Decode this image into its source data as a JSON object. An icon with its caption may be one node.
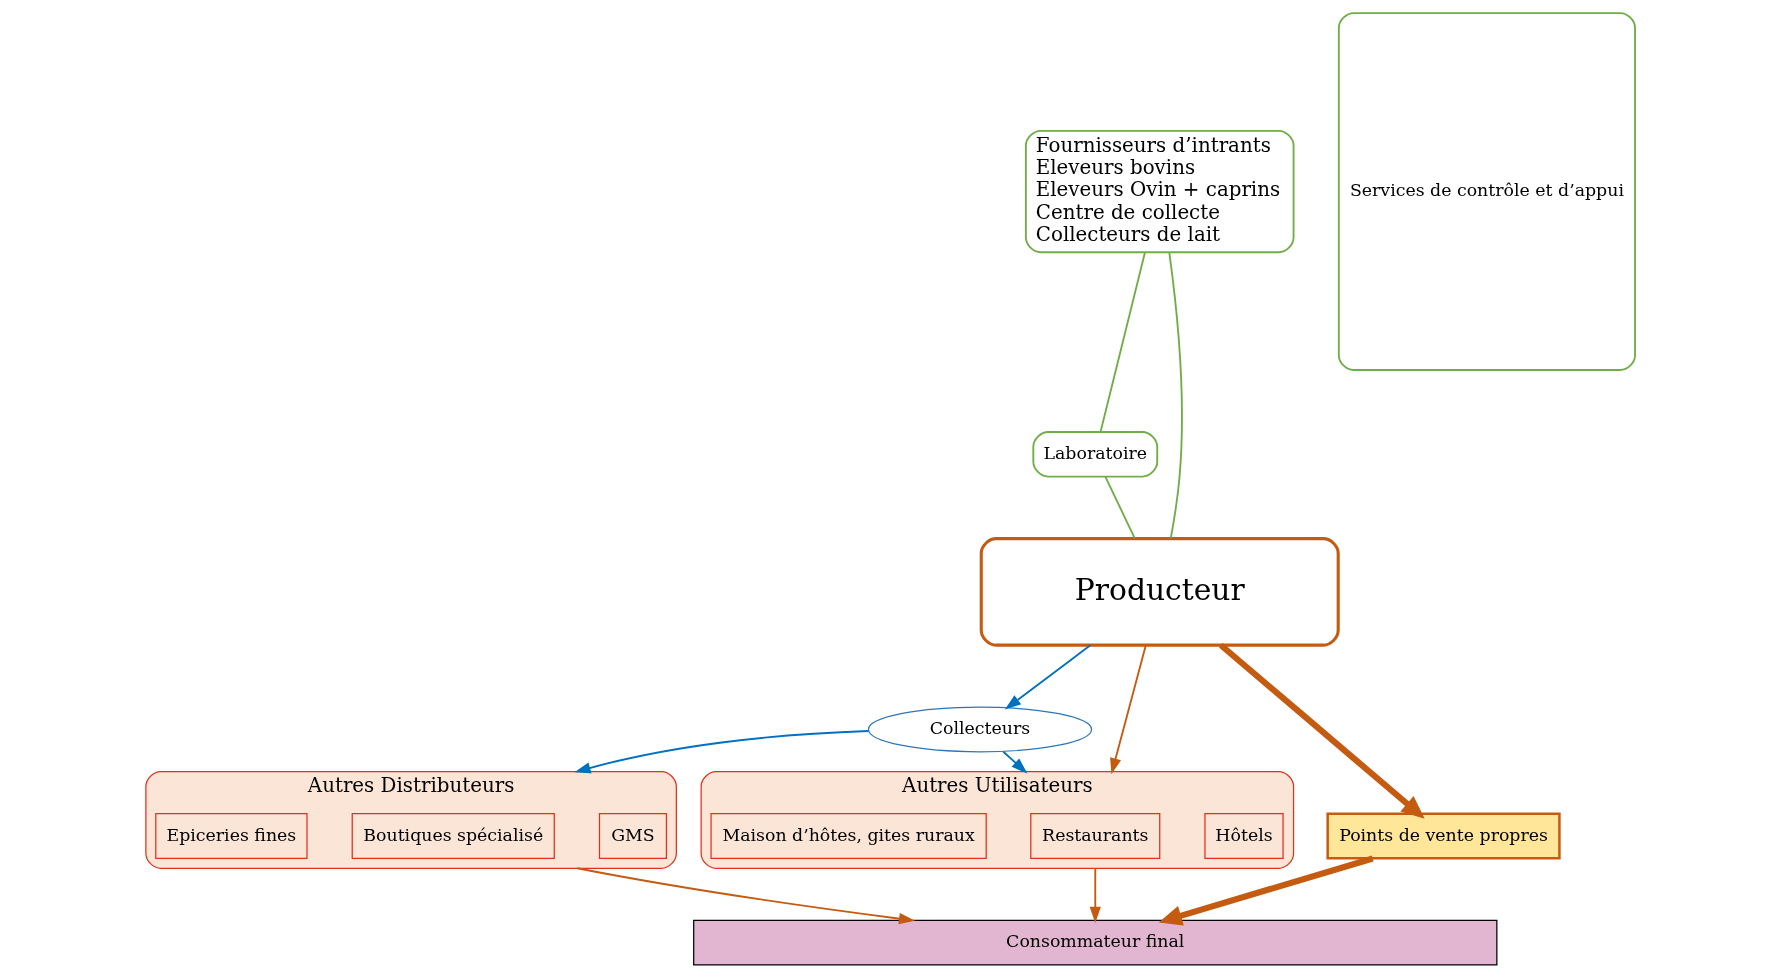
{
  "diagram": {
    "nodes": [
      {
        "text": [
          "Fournisseurs d’intrants",
          "Eleveurs bovins",
          "Eleveurs Ovin + caprins",
          "Centre de collecte",
          "Collecteurs de lait"
        ]
      },
      {
        "text": [
          "Laboratoire"
        ]
      },
      {
        "text": [
          "Producteur"
        ]
      },
      {
        "text": [
          "Collecteurs"
        ]
      },
      {
        "text": [
          "Services de contrôle et d’appui"
        ]
      },
      {
        "text": [
          "Points de vente propres"
        ]
      },
      {
        "text": [
          "Autres Distributeurs"
        ]
      },
      {
        "text": [
          "GMS"
        ],
        "in": 6
      },
      {
        "text": [
          "Boutiques spécialisé"
        ],
        "in": 6
      },
      {
        "text": [
          "Epiceries fines"
        ],
        "in": 6
      },
      {
        "text": [
          "Autres Utilisateurs"
        ]
      },
      {
        "text": [
          "Hôtels"
        ],
        "in": 10
      },
      {
        "text": [
          "Restaurants"
        ],
        "in": 10
      },
      {
        "text": [
          "Maison d’hôtes, gites ruraux"
        ],
        "in": 10
      },
      {
        "text": [
          "Consommateur final"
        ]
      }
    ],
    "edges": [
      {
        "from": 0,
        "to": 1,
        "arrow": "none",
        "color": "#70ad47"
      },
      {
        "from": 1,
        "to": 2,
        "arrow": "none",
        "color": "#70ad47"
      },
      {
        "from": 0,
        "to": 2,
        "arrow": "none",
        "color": "#70ad47"
      },
      {
        "from": 2,
        "to": 3,
        "arrow": "to",
        "color": "#0070c0"
      },
      {
        "from": 2,
        "to": 5,
        "arrow": "to",
        "style": "thick"
      },
      {
        "from": 2,
        "to": 10,
        "arrow": "to"
      },
      {
        "from": 3,
        "to": 6,
        "arrow": "to",
        "color": "#0070c0"
      },
      {
        "from": 3,
        "to": 10,
        "arrow": "to",
        "color": "#0070c0"
      },
      {
        "from": 5,
        "to": 14,
        "arrow": "to",
        "style": "thick"
      },
      {
        "from": 6,
        "to": 14,
        "arrow": "to"
      },
      {
        "from": 10,
        "to": 14,
        "arrow": "to"
      }
    ]
  }
}
